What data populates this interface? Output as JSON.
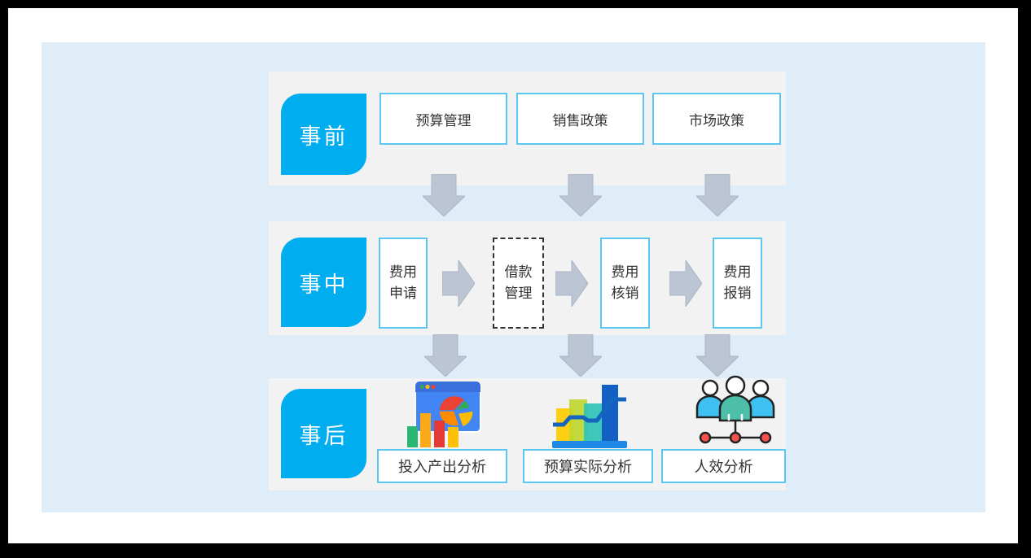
{
  "colors": {
    "accent_blue": "#00AEEF",
    "box_border_blue": "#5BC6F0",
    "band_gray": "#F2F2F3",
    "panel_light_blue": "#DEEDF8",
    "arrow_gray": "#BBC5D3",
    "text_dark": "#333333",
    "dashed_border": "#333333"
  },
  "diagram": {
    "rows": [
      {
        "stage_label": "事前",
        "boxes": [
          {
            "label": "预算管理"
          },
          {
            "label": "销售政策"
          },
          {
            "label": "市场政策"
          }
        ]
      },
      {
        "stage_label": "事中",
        "boxes": [
          {
            "label": "费用申请",
            "border": "solid"
          },
          {
            "label": "借款管理",
            "border": "dashed"
          },
          {
            "label": "费用核销",
            "border": "solid"
          },
          {
            "label": "费用报销",
            "border": "solid"
          }
        ],
        "flow": "left-to-right"
      },
      {
        "stage_label": "事后",
        "boxes": [
          {
            "label": "投入产出分析",
            "icon": "dashboard-pie-bar-chart-icon"
          },
          {
            "label": "预算实际分析",
            "icon": "bar-line-chart-icon"
          },
          {
            "label": "人效分析",
            "icon": "team-org-chart-icon"
          }
        ]
      }
    ]
  }
}
